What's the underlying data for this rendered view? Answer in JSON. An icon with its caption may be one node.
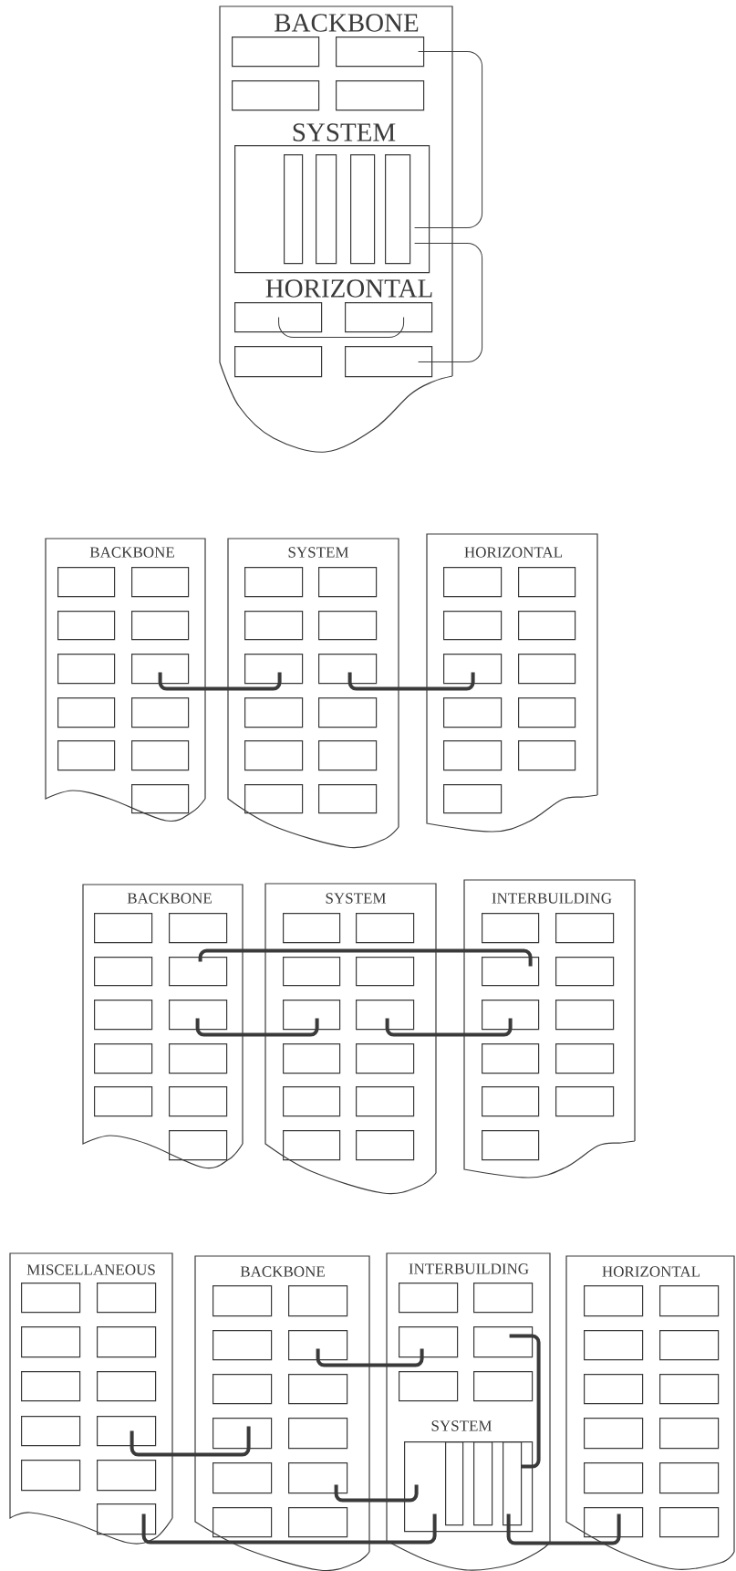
{
  "diagram": {
    "nodes": [
      {
        "text": [
          "BACKBONE"
        ]
      },
      {
        "text": [],
        "shape": "box",
        "in": 0
      },
      {
        "text": [],
        "shape": "box",
        "in": 0
      },
      {
        "text": [],
        "shape": "box",
        "in": 0
      },
      {
        "text": [],
        "shape": "box",
        "in": 0
      },
      {
        "text": [
          "SYSTEM"
        ],
        "in": 0
      },
      {
        "text": [],
        "shape": "box",
        "in": 5
      },
      {
        "text": [],
        "shape": "box",
        "in": 5
      },
      {
        "text": [],
        "shape": "box",
        "in": 5
      },
      {
        "text": [],
        "shape": "box",
        "in": 5
      },
      {
        "text": [],
        "shape": "box",
        "in": 0
      },
      {
        "text": [],
        "shape": "box",
        "in": 0
      },
      {
        "text": [],
        "shape": "box",
        "in": 0
      },
      {
        "text": [],
        "shape": "box",
        "in": 0
      },
      {
        "text": [
          "BACKBONE"
        ]
      },
      {
        "text": [],
        "shape": "box",
        "in": 14
      },
      {
        "text": [],
        "shape": "box",
        "in": 14
      },
      {
        "text": [],
        "shape": "box",
        "in": 14
      },
      {
        "text": [],
        "shape": "box",
        "in": 14
      },
      {
        "text": [],
        "shape": "box",
        "in": 14
      },
      {
        "text": [],
        "shape": "box",
        "in": 14
      },
      {
        "text": [],
        "shape": "box",
        "in": 14
      },
      {
        "text": [],
        "shape": "box",
        "in": 14
      },
      {
        "text": [],
        "shape": "box",
        "in": 14
      },
      {
        "text": [],
        "shape": "box",
        "in": 14
      },
      {
        "text": [],
        "shape": "box",
        "in": 14
      },
      {
        "text": [
          "SYSTEM"
        ]
      },
      {
        "text": [],
        "shape": "box",
        "in": 26
      },
      {
        "text": [],
        "shape": "box",
        "in": 26
      },
      {
        "text": [],
        "shape": "box",
        "in": 26
      },
      {
        "text": [],
        "shape": "box",
        "in": 26
      },
      {
        "text": [],
        "shape": "box",
        "in": 26
      },
      {
        "text": [],
        "shape": "box",
        "in": 26
      },
      {
        "text": [],
        "shape": "box",
        "in": 26
      },
      {
        "text": [],
        "shape": "box",
        "in": 26
      },
      {
        "text": [],
        "shape": "box",
        "in": 26
      },
      {
        "text": [],
        "shape": "box",
        "in": 26
      },
      {
        "text": [],
        "shape": "box",
        "in": 26
      },
      {
        "text": [],
        "shape": "box",
        "in": 26
      },
      {
        "text": [
          "HORIZONTAL"
        ]
      },
      {
        "text": [],
        "shape": "box",
        "in": 39
      },
      {
        "text": [],
        "shape": "box",
        "in": 39
      },
      {
        "text": [],
        "shape": "box",
        "in": 39
      },
      {
        "text": [],
        "shape": "box",
        "in": 39
      },
      {
        "text": [],
        "shape": "box",
        "in": 39
      },
      {
        "text": [],
        "shape": "box",
        "in": 39
      },
      {
        "text": [],
        "shape": "box",
        "in": 39
      },
      {
        "text": [],
        "shape": "box",
        "in": 39
      },
      {
        "text": [],
        "shape": "box",
        "in": 39
      },
      {
        "text": [],
        "shape": "box",
        "in": 39
      },
      {
        "text": [],
        "shape": "box",
        "in": 39
      },
      {
        "text": [
          "BACKBONE"
        ]
      },
      {
        "text": [],
        "shape": "box",
        "in": 51
      },
      {
        "text": [],
        "shape": "box",
        "in": 51
      },
      {
        "text": [],
        "shape": "box",
        "in": 51
      },
      {
        "text": [],
        "shape": "box",
        "in": 51
      },
      {
        "text": [],
        "shape": "box",
        "in": 51
      },
      {
        "text": [],
        "shape": "box",
        "in": 51
      },
      {
        "text": [],
        "shape": "box",
        "in": 51
      },
      {
        "text": [],
        "shape": "box",
        "in": 51
      },
      {
        "text": [],
        "shape": "box",
        "in": 51
      },
      {
        "text": [],
        "shape": "box",
        "in": 51
      },
      {
        "text": [],
        "shape": "box",
        "in": 51
      },
      {
        "text": [
          "SYSTEM"
        ]
      },
      {
        "text": [],
        "shape": "box",
        "in": 63
      },
      {
        "text": [],
        "shape": "box",
        "in": 63
      },
      {
        "text": [],
        "shape": "box",
        "in": 63
      },
      {
        "text": [],
        "shape": "box",
        "in": 63
      },
      {
        "text": [],
        "shape": "box",
        "in": 63
      },
      {
        "text": [],
        "shape": "box",
        "in": 63
      },
      {
        "text": [],
        "shape": "box",
        "in": 63
      },
      {
        "text": [],
        "shape": "box",
        "in": 63
      },
      {
        "text": [],
        "shape": "box",
        "in": 63
      },
      {
        "text": [],
        "shape": "box",
        "in": 63
      },
      {
        "text": [],
        "shape": "box",
        "in": 63
      },
      {
        "text": [],
        "shape": "box",
        "in": 63
      },
      {
        "text": [
          "INTERBUILDING"
        ]
      },
      {
        "text": [],
        "shape": "box",
        "in": 76
      },
      {
        "text": [],
        "shape": "box",
        "in": 76
      },
      {
        "text": [],
        "shape": "box",
        "in": 76
      },
      {
        "text": [],
        "shape": "box",
        "in": 76
      },
      {
        "text": [],
        "shape": "box",
        "in": 76
      },
      {
        "text": [],
        "shape": "box",
        "in": 76
      },
      {
        "text": [],
        "shape": "box",
        "in": 76
      },
      {
        "text": [],
        "shape": "box",
        "in": 76
      },
      {
        "text": [],
        "shape": "box",
        "in": 76
      },
      {
        "text": [],
        "shape": "box",
        "in": 76
      },
      {
        "text": [],
        "shape": "box",
        "in": 76
      },
      {
        "text": [
          "MISCELLANEOUS"
        ]
      },
      {
        "text": [],
        "shape": "box",
        "in": 88
      },
      {
        "text": [],
        "shape": "box",
        "in": 88
      },
      {
        "text": [],
        "shape": "box",
        "in": 88
      },
      {
        "text": [],
        "shape": "box",
        "in": 88
      },
      {
        "text": [],
        "shape": "box",
        "in": 88
      },
      {
        "text": [],
        "shape": "box",
        "in": 88
      },
      {
        "text": [],
        "shape": "box",
        "in": 88
      },
      {
        "text": [],
        "shape": "box",
        "in": 88
      },
      {
        "text": [],
        "shape": "box",
        "in": 88
      },
      {
        "text": [],
        "shape": "box",
        "in": 88
      },
      {
        "text": [],
        "shape": "box",
        "in": 88
      },
      {
        "text": [
          "BACKBONE"
        ]
      },
      {
        "text": [],
        "shape": "box",
        "in": 100
      },
      {
        "text": [],
        "shape": "box",
        "in": 100
      },
      {
        "text": [],
        "shape": "box",
        "in": 100
      },
      {
        "text": [],
        "shape": "box",
        "in": 100
      },
      {
        "text": [],
        "shape": "box",
        "in": 100
      },
      {
        "text": [],
        "shape": "box",
        "in": 100
      },
      {
        "text": [],
        "shape": "box",
        "in": 100
      },
      {
        "text": [],
        "shape": "box",
        "in": 100
      },
      {
        "text": [],
        "shape": "box",
        "in": 100
      },
      {
        "text": [],
        "shape": "box",
        "in": 100
      },
      {
        "text": [],
        "shape": "box",
        "in": 100
      },
      {
        "text": [],
        "shape": "box",
        "in": 100
      },
      {
        "text": [
          "INTERBUILDING"
        ]
      },
      {
        "text": [],
        "shape": "box",
        "in": 113
      },
      {
        "text": [],
        "shape": "box",
        "in": 113
      },
      {
        "text": [],
        "shape": "box",
        "in": 113
      },
      {
        "text": [],
        "shape": "box",
        "in": 113
      },
      {
        "text": [],
        "shape": "box",
        "in": 113
      },
      {
        "text": [],
        "shape": "box",
        "in": 113
      },
      {
        "text": [
          "SYSTEM"
        ],
        "in": 113
      },
      {
        "text": [],
        "shape": "box",
        "in": 120
      },
      {
        "text": [],
        "shape": "box",
        "in": 120
      },
      {
        "text": [],
        "shape": "box",
        "in": 120
      },
      {
        "text": [
          "HORIZONTAL"
        ]
      },
      {
        "text": [],
        "shape": "box",
        "in": 124
      },
      {
        "text": [],
        "shape": "box",
        "in": 124
      },
      {
        "text": [],
        "shape": "box",
        "in": 124
      },
      {
        "text": [],
        "shape": "box",
        "in": 124
      },
      {
        "text": [],
        "shape": "box",
        "in": 124
      },
      {
        "text": [],
        "shape": "box",
        "in": 124
      },
      {
        "text": [],
        "shape": "box",
        "in": 124
      },
      {
        "text": [],
        "shape": "box",
        "in": 124
      },
      {
        "text": [],
        "shape": "box",
        "in": 124
      },
      {
        "text": [],
        "shape": "box",
        "in": 124
      },
      {
        "text": [],
        "shape": "box",
        "in": 124
      },
      {
        "text": [],
        "shape": "box",
        "in": 124
      }
    ],
    "edges": [
      {
        "from": 2,
        "to": 5,
        "arrow": "none"
      },
      {
        "from": 5,
        "to": 13,
        "arrow": "none"
      },
      {
        "from": 10,
        "to": 11,
        "arrow": "none"
      },
      {
        "from": 20,
        "to": 31,
        "arrow": "none"
      },
      {
        "from": 32,
        "to": 44,
        "arrow": "none"
      },
      {
        "from": 55,
        "to": 79,
        "arrow": "none"
      },
      {
        "from": 57,
        "to": 68,
        "arrow": "none"
      },
      {
        "from": 69,
        "to": 81,
        "arrow": "none"
      },
      {
        "from": 96,
        "to": 107,
        "arrow": "none"
      },
      {
        "from": 104,
        "to": 116,
        "arrow": "none"
      },
      {
        "from": 110,
        "to": 120,
        "arrow": "none"
      },
      {
        "from": 99,
        "to": 120,
        "arrow": "none"
      },
      {
        "from": 117,
        "to": 120,
        "arrow": "none"
      },
      {
        "from": 123,
        "to": 135,
        "arrow": "none"
      }
    ],
    "labels": [
      "HORIZONTAL"
    ]
  }
}
